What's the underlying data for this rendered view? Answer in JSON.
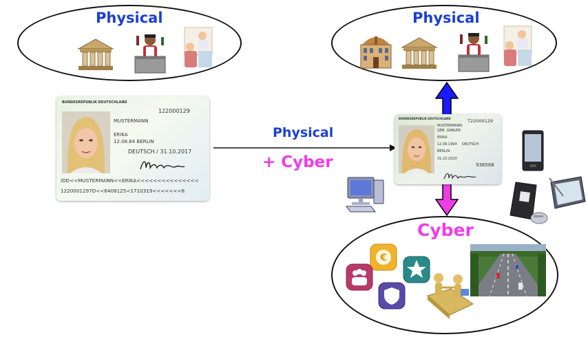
{
  "left_scene": {
    "ellipse_label": "Physical"
  },
  "right_scene": {
    "top_label": "Physical",
    "bottom_label": "Cyber"
  },
  "center": {
    "arrow_top_text": "Physical",
    "arrow_bottom_text": "+ Cyber"
  },
  "old_id_card": {
    "header": "BUNDESREPUBLIK DEUTSCHLAND",
    "number": "122000129",
    "surname": "MUSTERMANN",
    "given_name": "ERIKA",
    "birth": "12.08.64 BERLIN",
    "nationality_expiry": "DEUTSCH / 31.10.2017",
    "mrz_line1": "IDD<<MUSTERMANN<<ERIKA<<<<<<<<<<<<<<<",
    "mrz_line2": "1220001297D<<6408125<1710319<<<<<<<8"
  },
  "new_id_card": {
    "header": "BUNDESREPUBLIK DEUTSCHLAND",
    "number": "T22000129",
    "surname": "MUSTERMANN",
    "maiden": "GEB. GABLER",
    "given_name": "ERIKA",
    "birth_date": "12.08.1964",
    "nationality": "DEUTSCH",
    "birth_place": "BERLIN",
    "expiry": "31.10.2020",
    "can": "938568"
  },
  "colors": {
    "label_blue": "#1a3fd6",
    "label_pink": "#f03ce8",
    "arrow_blue": "#1a1aff",
    "arrow_pink": "#ee3ce6"
  },
  "icons": {
    "physical_left": [
      "bank-icon",
      "shopkeeper-icon",
      "post-office-clerk-icon"
    ],
    "physical_right": [
      "town-hall-icon",
      "bank-icon",
      "shopkeeper-icon",
      "post-office-clerk-icon"
    ],
    "devices": [
      "desktop-computer-icon",
      "smartphone-icon",
      "card-reader-icon",
      "tablet-icon"
    ],
    "cyber": [
      "euro-app-icon",
      "star-app-icon",
      "people-app-icon",
      "shield-app-icon",
      "handshake-figures-icon",
      "highway-photo"
    ]
  }
}
